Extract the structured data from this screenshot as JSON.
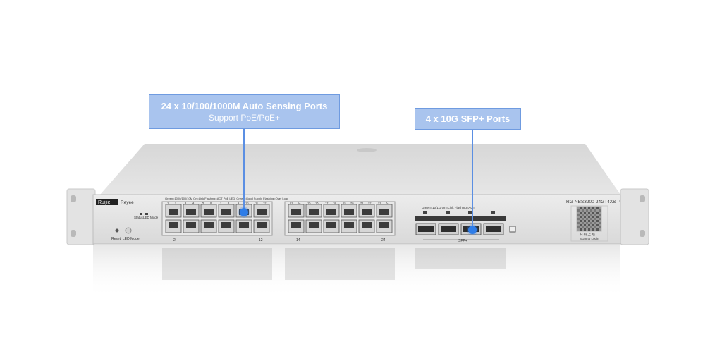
{
  "callouts": {
    "ports": {
      "line1": "24 x 10/100/1000M Auto Sensing Ports",
      "line2": "Support PoE/PoE+"
    },
    "sfp": {
      "line1": "4 x 10G SFP+ Ports"
    }
  },
  "device": {
    "brand": "Ruijie",
    "subbrand": "Reyee",
    "model": "RG-NBS3200-24GT4XS-P",
    "status_label": "Status",
    "led_mode_label": "LED Mode",
    "reset_label": "Reset",
    "led_mode_button_label": "LED Mode",
    "legend_rj45": "Green=1000/100/10M   On=Link   Flashing=ACT   PoE LED: Green=Good Supply   Flashing=Over Load",
    "legend_sfp": "Green=10/1G   On=Link   Flashing=ACT",
    "sfp_label": "SFP+",
    "qr_caption_1": "扫 码 上 线",
    "qr_caption_2": "Scan to Login",
    "group1_top": [
      "1",
      "2",
      "3",
      "4",
      "5",
      "6",
      "7",
      "8",
      "9",
      "10",
      "11",
      "12"
    ],
    "group2_top": [
      "13",
      "14",
      "15",
      "16",
      "17",
      "18",
      "19",
      "20",
      "21",
      "22",
      "23",
      "24"
    ],
    "bottom_labels": {
      "g1_left": "2",
      "g1_right": "12",
      "g2_left": "14",
      "g2_right": "24"
    }
  },
  "colors": {
    "callout_bg": "#a9c4ee",
    "leader": "#5b8fe3",
    "chassis": "#dcdcdc"
  }
}
